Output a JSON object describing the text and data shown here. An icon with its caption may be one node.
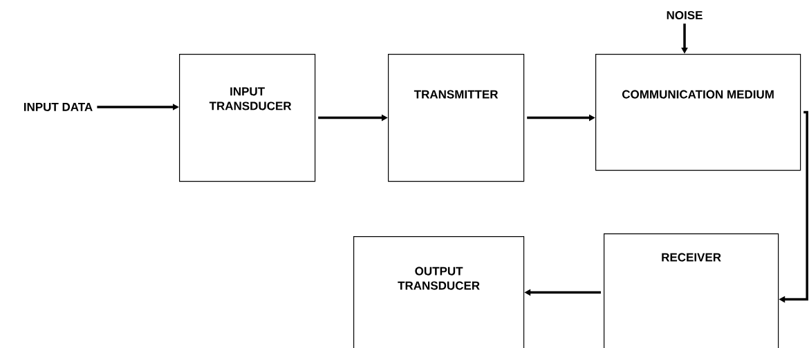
{
  "diagram": {
    "nodes": [
      {
        "text": [
          "INPUT DATA"
        ]
      },
      {
        "text": [
          "INPUT TRANSDUCER"
        ]
      },
      {
        "text": [
          "TRANSMITTER"
        ]
      },
      {
        "text": [
          "NOISE"
        ]
      },
      {
        "text": [
          "COMMUNICATION MEDIUM"
        ]
      },
      {
        "text": [
          "OUTPUT TRANSDUCER"
        ]
      },
      {
        "text": [
          "RECEIVER"
        ]
      }
    ],
    "edges": [
      {
        "from": 0,
        "to": 1,
        "arrow": "to"
      },
      {
        "from": 1,
        "to": 2,
        "arrow": "to"
      },
      {
        "from": 2,
        "to": 4,
        "arrow": "to"
      },
      {
        "from": 3,
        "to": 4,
        "arrow": "to"
      },
      {
        "from": 4,
        "to": 6,
        "arrow": "to"
      },
      {
        "from": 6,
        "to": 5,
        "arrow": "to"
      }
    ]
  }
}
